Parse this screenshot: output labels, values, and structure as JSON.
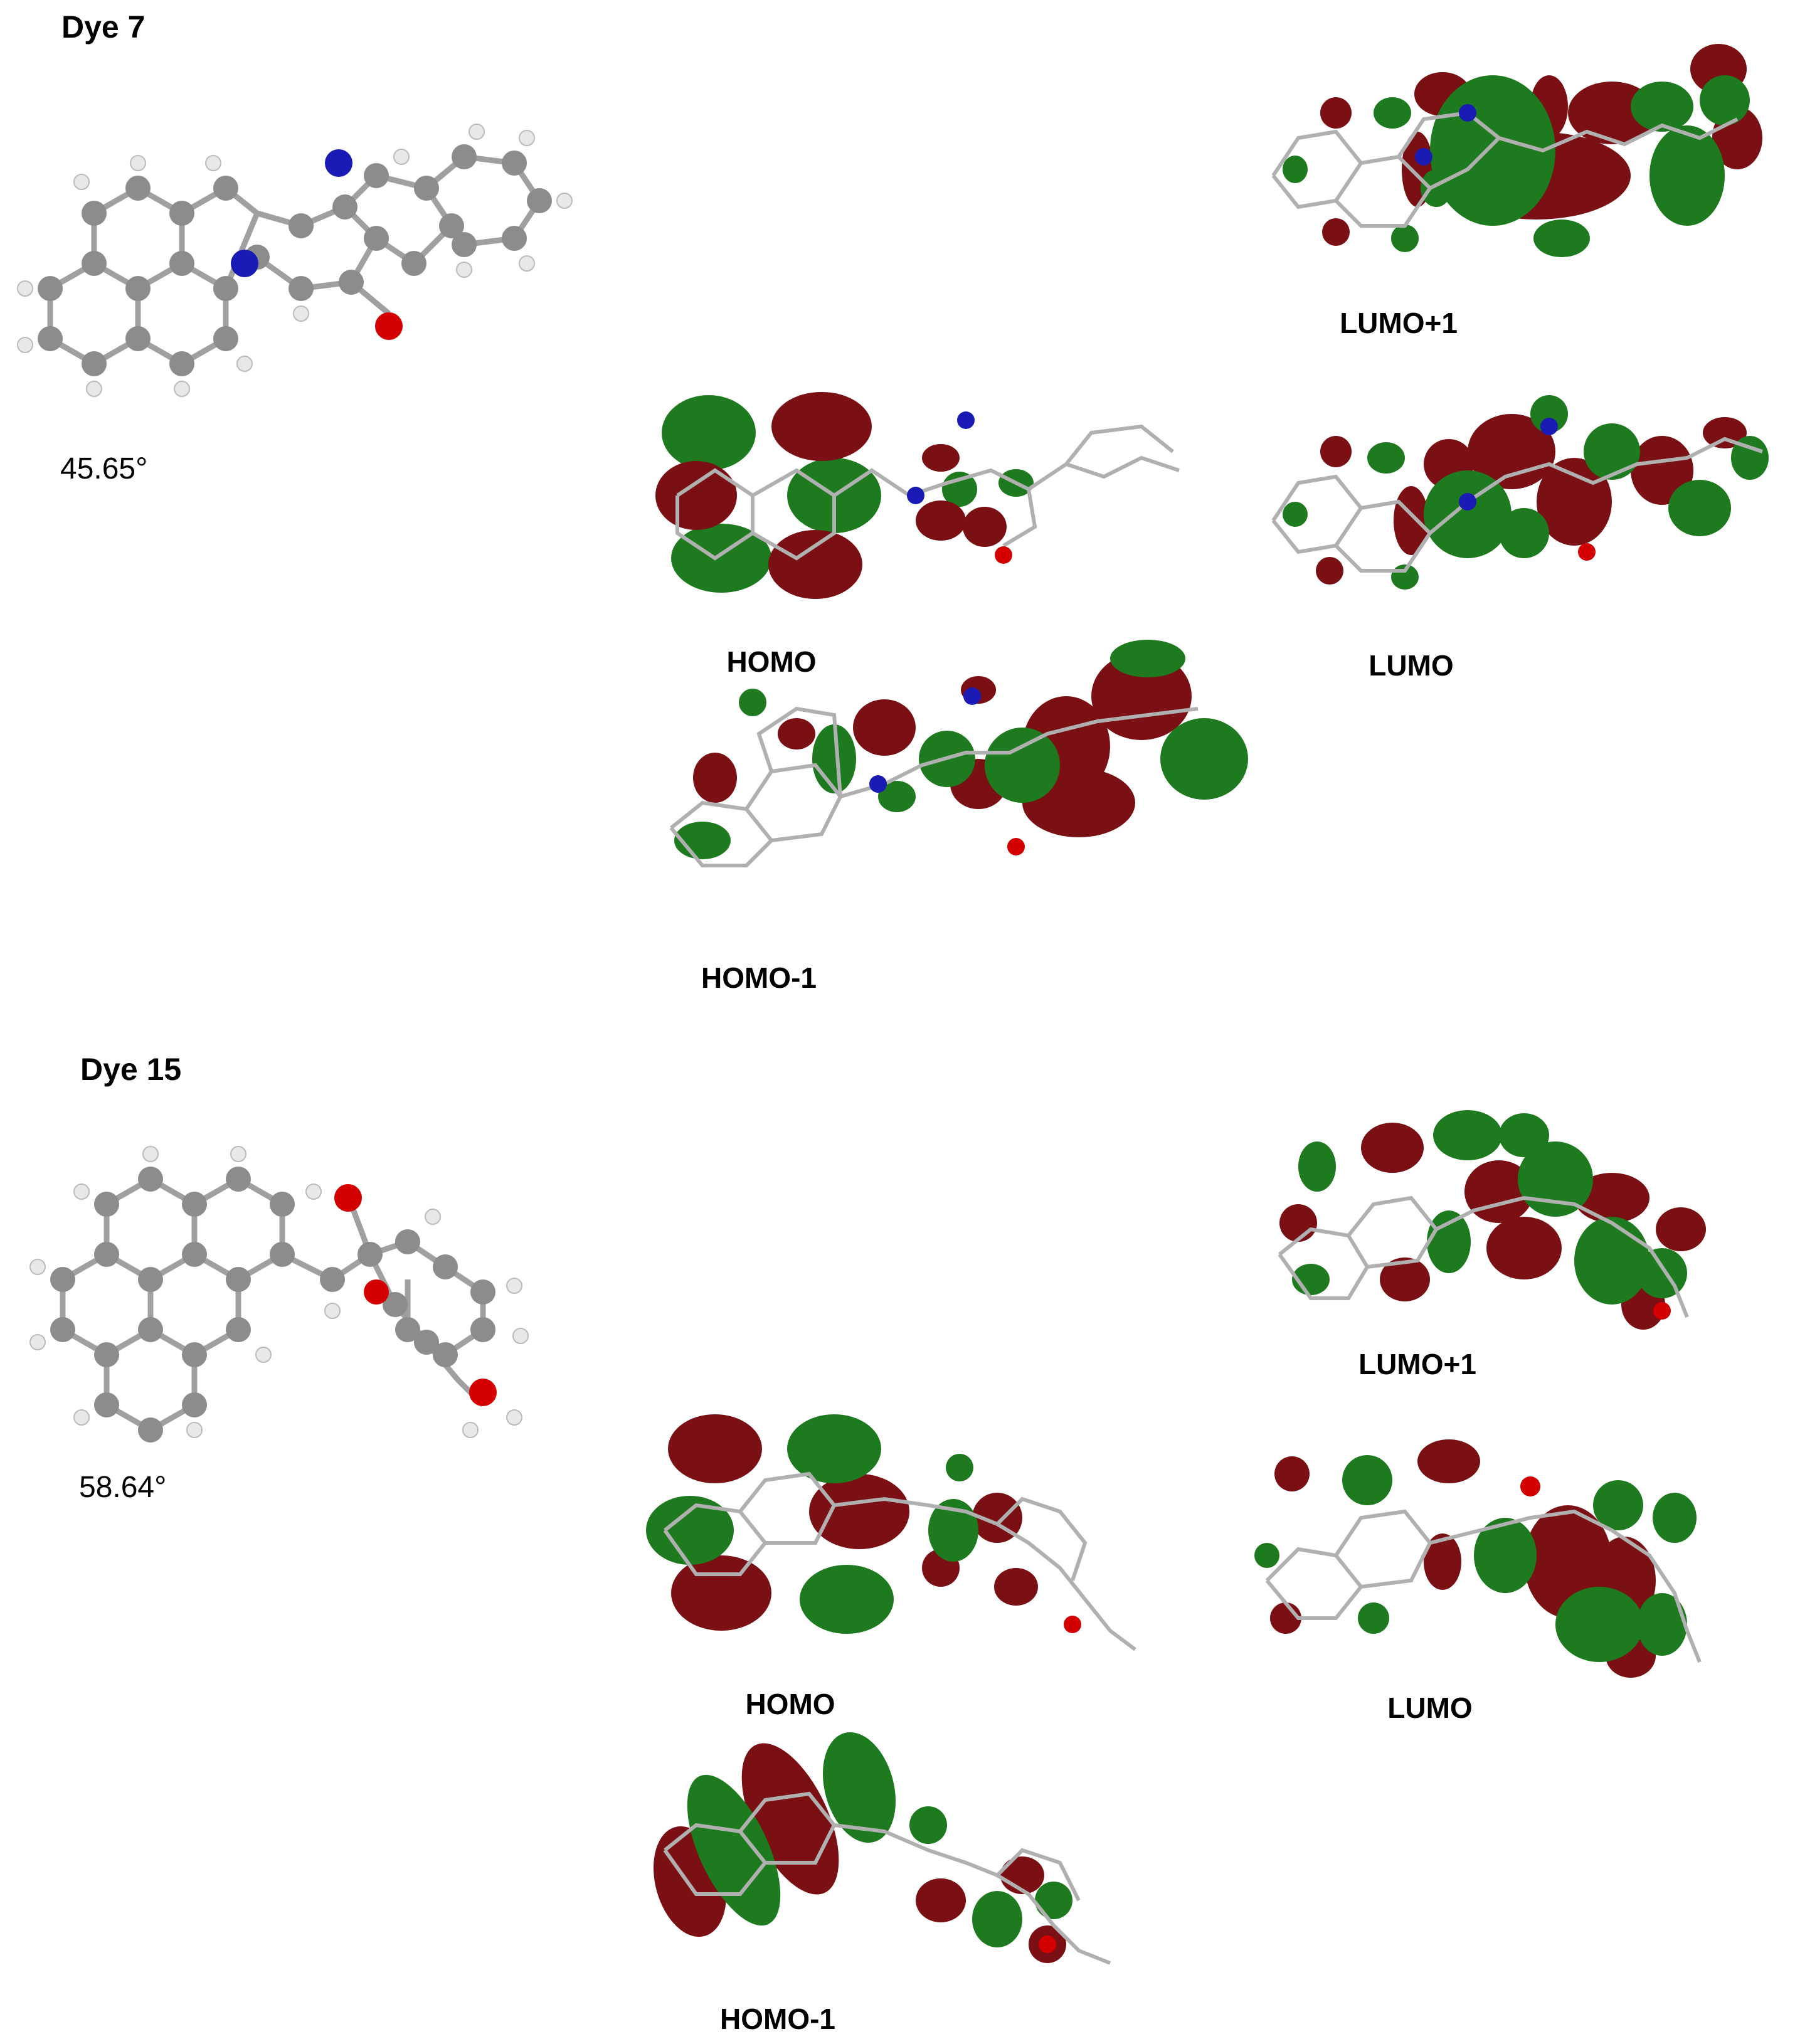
{
  "colors": {
    "lobe_red": "#7a0f14",
    "lobe_green": "#1e7a1e",
    "carbon": "#8c8c8c",
    "hydrogen": "#e8e8e8",
    "nitrogen": "#1a1ab4",
    "oxygen": "#d40000",
    "bond": "#a0a0a0"
  },
  "dye7": {
    "title": "Dye 7",
    "angle": "45.65°",
    "labels": {
      "lumo_plus_1": "LUMO+1",
      "homo": "HOMO",
      "lumo": "LUMO",
      "homo_minus_1": "HOMO-1"
    }
  },
  "dye15": {
    "title": "Dye 15",
    "angle": "58.64°",
    "labels": {
      "lumo_plus_1": "LUMO+1",
      "homo": "HOMO",
      "lumo": "LUMO",
      "homo_minus_1": "HOMO-1"
    }
  }
}
